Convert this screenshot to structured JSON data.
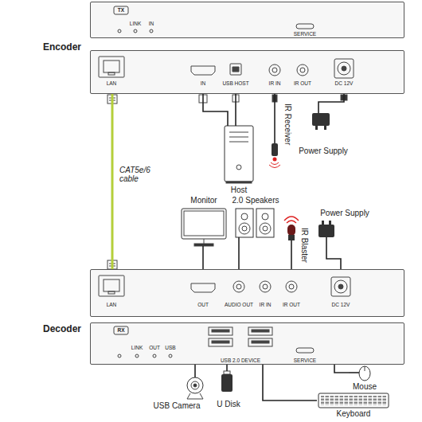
{
  "diagram": {
    "nodes": [
      {
        "text": [
          "TX",
          "LINK",
          "IN",
          "SERVICE"
        ]
      },
      {
        "text": [
          "LAN",
          "IN",
          "USB HOST",
          "IR IN",
          "IR OUT",
          "DC 12V"
        ]
      },
      {
        "text": [
          "Host"
        ]
      },
      {
        "text": [
          "IR Receiver"
        ]
      },
      {
        "text": [
          "Power Supply"
        ]
      },
      {
        "text": [
          "Monitor"
        ]
      },
      {
        "text": [
          "2.0 Speakers"
        ]
      },
      {
        "text": [
          "IR Blaster"
        ]
      },
      {
        "text": [
          "Power Supply"
        ]
      },
      {
        "text": [
          "LAN",
          "OUT",
          "AUDIO OUT",
          "IR IN",
          "IR OUT",
          "DC 12V"
        ]
      },
      {
        "text": [
          "RX",
          "LINK",
          "OUT",
          "USB",
          "USB 2.0 DEVICE",
          "SERVICE"
        ]
      },
      {
        "text": [
          "USB Camera"
        ]
      },
      {
        "text": [
          "U Disk"
        ]
      },
      {
        "text": [
          "Mouse"
        ]
      },
      {
        "text": [
          "Keyboard"
        ]
      }
    ],
    "edges": [
      {
        "from": 2,
        "to": 1,
        "arrow": "none"
      },
      {
        "from": 2,
        "to": 1,
        "arrow": "none"
      },
      {
        "from": 3,
        "to": 1,
        "arrow": "none"
      },
      {
        "from": 4,
        "to": 1,
        "arrow": "none"
      },
      {
        "from": 1,
        "to": 9,
        "label": "CAT5e/6 cable",
        "arrow": "none"
      },
      {
        "from": 9,
        "to": 5,
        "arrow": "none"
      },
      {
        "from": 9,
        "to": 6,
        "arrow": "none"
      },
      {
        "from": 9,
        "to": 7,
        "arrow": "none"
      },
      {
        "from": 8,
        "to": 9,
        "arrow": "none"
      },
      {
        "from": 10,
        "to": 11,
        "arrow": "none"
      },
      {
        "from": 10,
        "to": 12,
        "arrow": "none"
      },
      {
        "from": 10,
        "to": 13,
        "arrow": "none"
      },
      {
        "from": 10,
        "to": 14,
        "arrow": "none"
      }
    ],
    "labels": [
      "Encoder",
      "Decoder"
    ]
  }
}
